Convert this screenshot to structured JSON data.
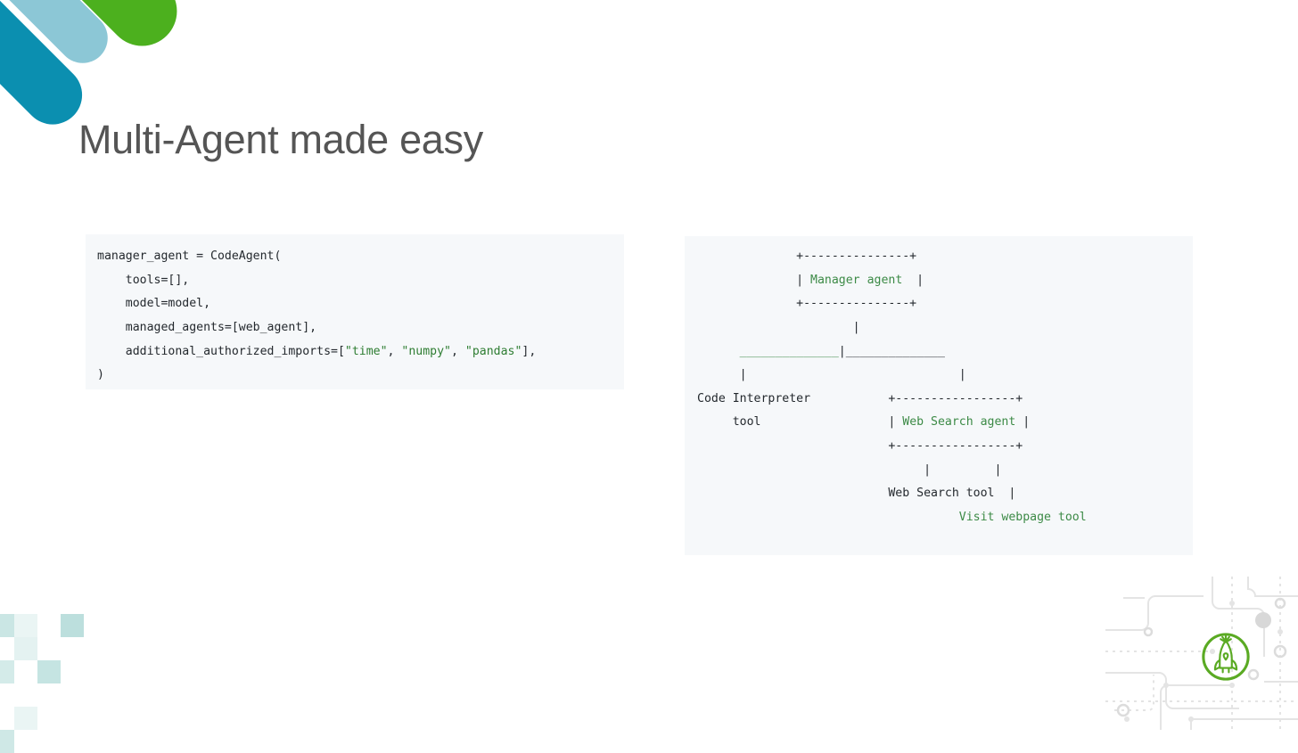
{
  "slide": {
    "title": "Multi-Agent made easy",
    "title_color": "#555555",
    "background": "#ffffff"
  },
  "brand": {
    "capsules": [
      {
        "name": "capsule-light-teal",
        "color": "#8cc7d6"
      },
      {
        "name": "capsule-green",
        "color": "#4cb01e"
      },
      {
        "name": "capsule-dark-teal",
        "color": "#0b8fb0"
      }
    ],
    "checker_color": "#9fd2ce",
    "logo_color": "#4cb01e",
    "circuit_color": "#e2e2e2"
  },
  "code_left": {
    "language": "python",
    "background": "#f6f8fa",
    "string_color": "#2e7d32",
    "text_color": "#24292e",
    "lines": [
      [
        {
          "t": "manager_agent = CodeAgent(",
          "c": "plain"
        }
      ],
      [
        {
          "t": "    tools=[],",
          "c": "plain"
        }
      ],
      [
        {
          "t": "    model=model,",
          "c": "plain"
        }
      ],
      [
        {
          "t": "    managed_agents=[web_agent],",
          "c": "plain"
        }
      ],
      [
        {
          "t": "    additional_authorized_imports=[",
          "c": "plain"
        },
        {
          "t": "\"time\"",
          "c": "str"
        },
        {
          "t": ", ",
          "c": "plain"
        },
        {
          "t": "\"numpy\"",
          "c": "str"
        },
        {
          "t": ", ",
          "c": "plain"
        },
        {
          "t": "\"pandas\"",
          "c": "str"
        },
        {
          "t": "],",
          "c": "plain"
        }
      ],
      [
        {
          "t": ")",
          "c": "plain"
        }
      ]
    ],
    "plain_text": "manager_agent = CodeAgent(\n    tools=[],\n    model=model,\n    managed_agents=[web_agent],\n    additional_authorized_imports=[\"time\", \"numpy\", \"pandas\"],\n)"
  },
  "code_right": {
    "language": "text",
    "background": "#f6f8fa",
    "accent_color": "#3c8a46",
    "text_color": "#24292e",
    "lines": [
      [
        {
          "t": "              +---------------+",
          "c": "plain"
        }
      ],
      [
        {
          "t": "              | ",
          "c": "plain"
        },
        {
          "t": "Manager agent",
          "c": "green"
        },
        {
          "t": "  |",
          "c": "plain"
        }
      ],
      [
        {
          "t": "              +---------------+",
          "c": "plain"
        }
      ],
      [
        {
          "t": "                      |",
          "c": "plain"
        }
      ],
      [
        {
          "t": "      ",
          "c": "plain"
        },
        {
          "t": "______________",
          "c": "green"
        },
        {
          "t": "|______________",
          "c": "plain"
        }
      ],
      [
        {
          "t": "      |                              |",
          "c": "plain"
        }
      ],
      [
        {
          "t": "Code Interpreter           +-----------------+",
          "c": "plain"
        }
      ],
      [
        {
          "t": "     tool                  | ",
          "c": "plain"
        },
        {
          "t": "Web Search agent",
          "c": "green"
        },
        {
          "t": " |",
          "c": "plain"
        }
      ],
      [
        {
          "t": "                           +-----------------+",
          "c": "plain"
        }
      ],
      [
        {
          "t": "                                |         |",
          "c": "plain"
        }
      ],
      [
        {
          "t": "                           Web Search tool  |",
          "c": "plain"
        }
      ],
      [
        {
          "t": "                                     ",
          "c": "plain"
        },
        {
          "t": "Visit webpage tool",
          "c": "green"
        }
      ]
    ],
    "entities": {
      "manager_agent": "Manager agent",
      "web_search_agent": "Web Search agent",
      "code_interpreter_tool": "Code Interpreter tool",
      "web_search_tool": "Web Search tool",
      "visit_webpage_tool": "Visit webpage tool"
    }
  }
}
